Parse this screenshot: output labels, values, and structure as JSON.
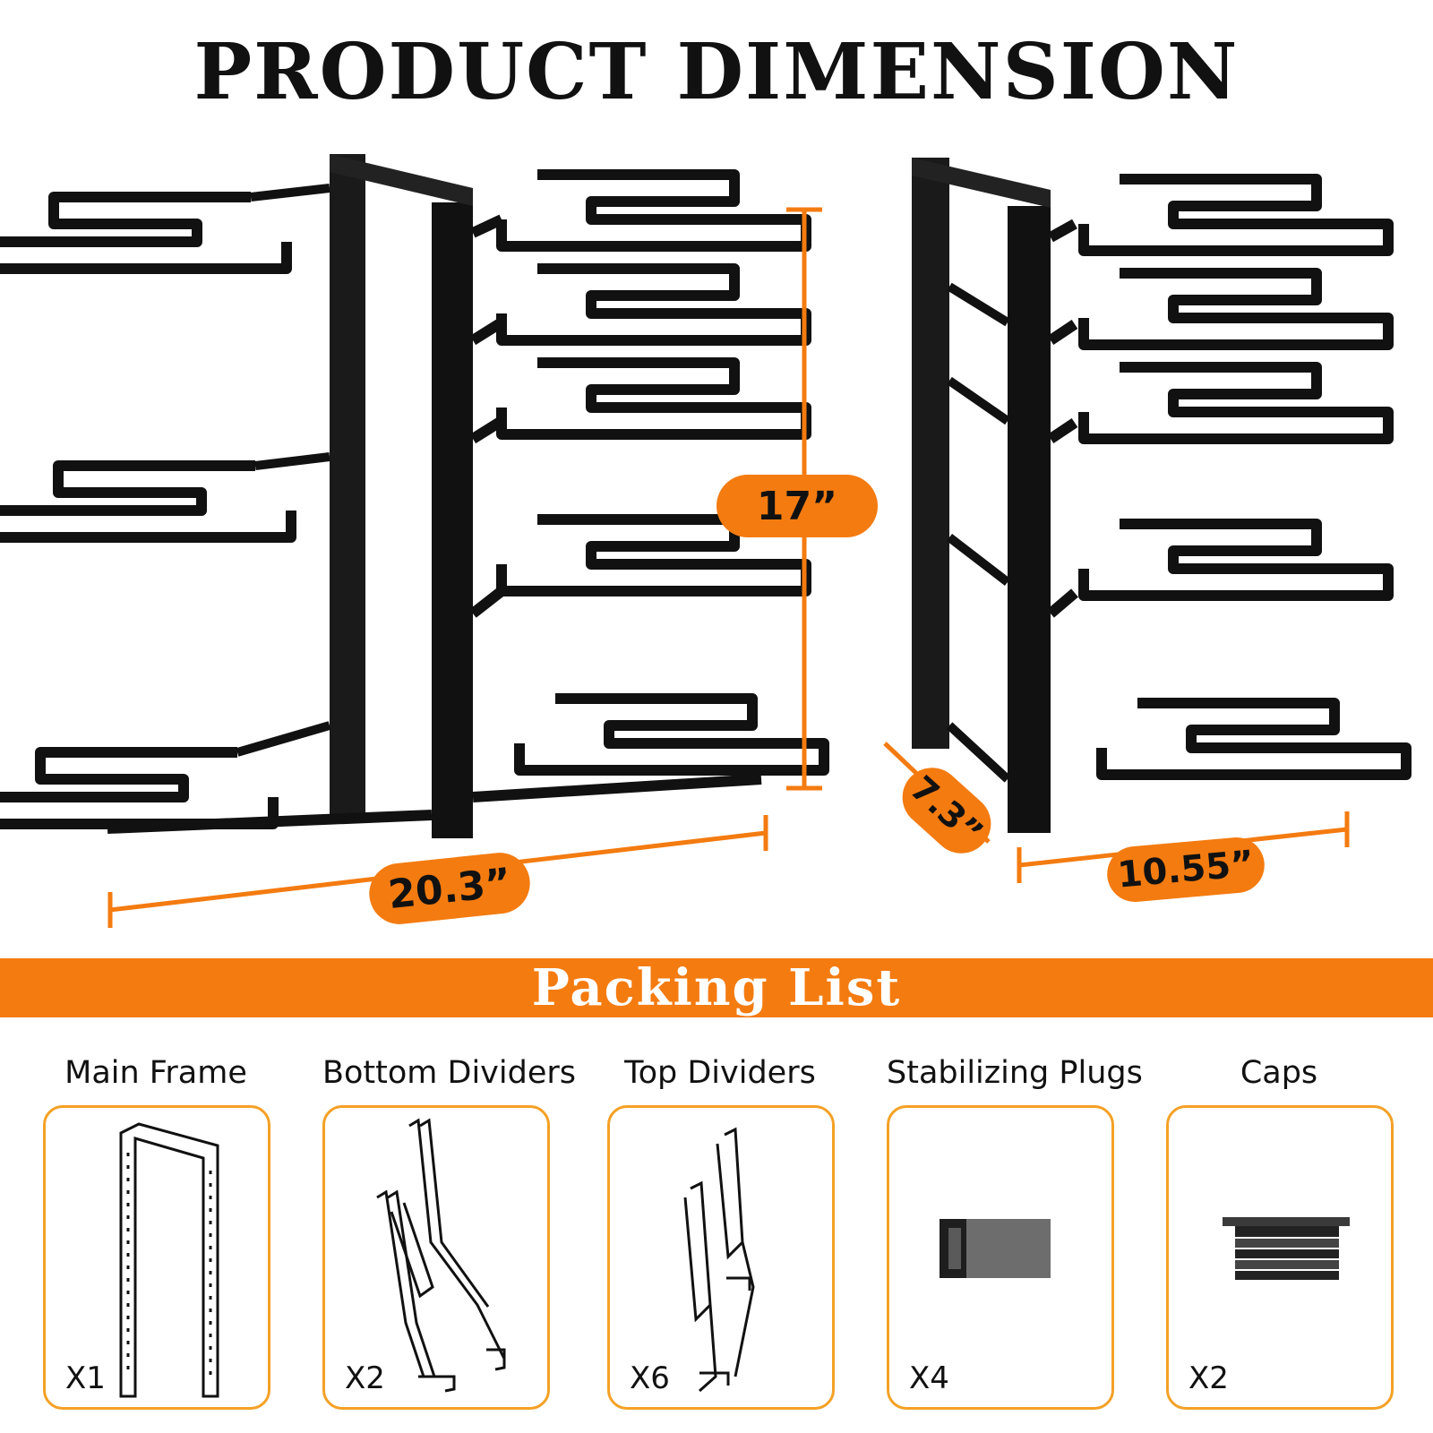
{
  "header": {
    "title": "PRODUCT DIMENSION"
  },
  "dimensions": {
    "height": "17”",
    "width": "20.3”",
    "depth": "7.3”",
    "narrow_width": "10.55”"
  },
  "colors": {
    "accent": "#f47b10",
    "box_border": "#f4a126",
    "frame": "#111111"
  },
  "packing_list": {
    "title": "Packing List",
    "items": [
      {
        "label": "Main Frame",
        "qty": "X1",
        "icon": "main-frame-icon"
      },
      {
        "label": "Bottom Dividers",
        "qty": "X2",
        "icon": "bottom-divider-icon"
      },
      {
        "label": "Top Dividers",
        "qty": "X6",
        "icon": "top-divider-icon"
      },
      {
        "label": "Stabilizing Plugs",
        "qty": "X4",
        "icon": "stabilizing-plug-icon"
      },
      {
        "label": "Caps",
        "qty": "X2",
        "icon": "cap-icon"
      }
    ]
  }
}
